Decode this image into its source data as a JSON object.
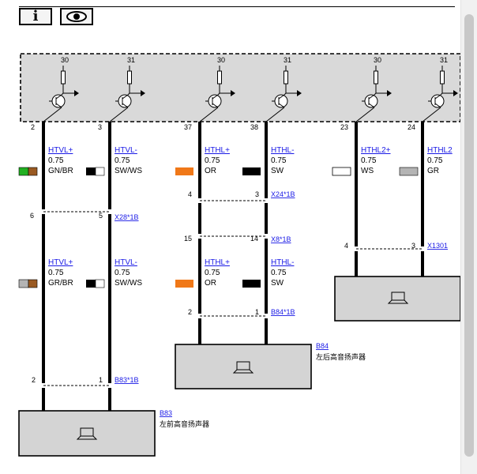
{
  "toolbar": {
    "info_label": "i",
    "view_label": "◉"
  },
  "ecu": {
    "fuse_labels": [
      "30",
      "31",
      "30",
      "31",
      "30",
      "31"
    ]
  },
  "pins": {
    "p2": "2",
    "p3": "3",
    "p37": "37",
    "p38": "38",
    "p23": "23",
    "p24": "24"
  },
  "wires": {
    "w1": {
      "name": "HTVL+",
      "size": "0.75",
      "color": "GN/BR"
    },
    "w2": {
      "name": "HTVL-",
      "size": "0.75",
      "color": "SW/WS"
    },
    "w3": {
      "name": "HTHL+",
      "size": "0.75",
      "color": "OR"
    },
    "w4": {
      "name": "HTHL-",
      "size": "0.75",
      "color": "SW"
    },
    "w5": {
      "name": "HTHL2+",
      "size": "0.75",
      "color": "WS"
    },
    "w6": {
      "name": "HTHL2",
      "size": "0.75",
      "color": "GR"
    },
    "w7": {
      "name": "HTVL+",
      "size": "0.75",
      "color": "GR/BR"
    },
    "w8": {
      "name": "HTVL-",
      "size": "0.75",
      "color": "SW/WS"
    },
    "w9": {
      "name": "HTHL+",
      "size": "0.75",
      "color": "OR"
    },
    "w10": {
      "name": "HTHL-",
      "size": "0.75",
      "color": "SW"
    }
  },
  "connectors": {
    "x28": {
      "left_pin": "6",
      "right_pin": "5",
      "name": "X28*1B"
    },
    "x24": {
      "left_pin": "4",
      "right_pin": "3",
      "name": "X24*1B"
    },
    "x8": {
      "left_pin": "15",
      "right_pin": "14",
      "name": "X8*1B"
    },
    "x1301": {
      "left_pin": "4",
      "right_pin": "3",
      "name": "X1301"
    },
    "b84c": {
      "left_pin": "2",
      "right_pin": "1",
      "name": "B84*1B"
    },
    "b83c": {
      "left_pin": "2",
      "right_pin": "1",
      "name": "B83*1B"
    }
  },
  "components": {
    "b84": {
      "code": "B84",
      "desc": "左后高音扬声器"
    },
    "b83": {
      "code": "B83",
      "desc": "左前高音扬声器"
    }
  },
  "colors": {
    "ecu_fill": "#d9d9d9",
    "speaker_fill": "#d4d4d4",
    "link": "#1a1ae6",
    "GN": "#22b022",
    "BR": "#9a5a22",
    "GR": "#b4b4b4",
    "OR": "#f07818",
    "SW": "#000000",
    "WS": "#ffffff"
  }
}
